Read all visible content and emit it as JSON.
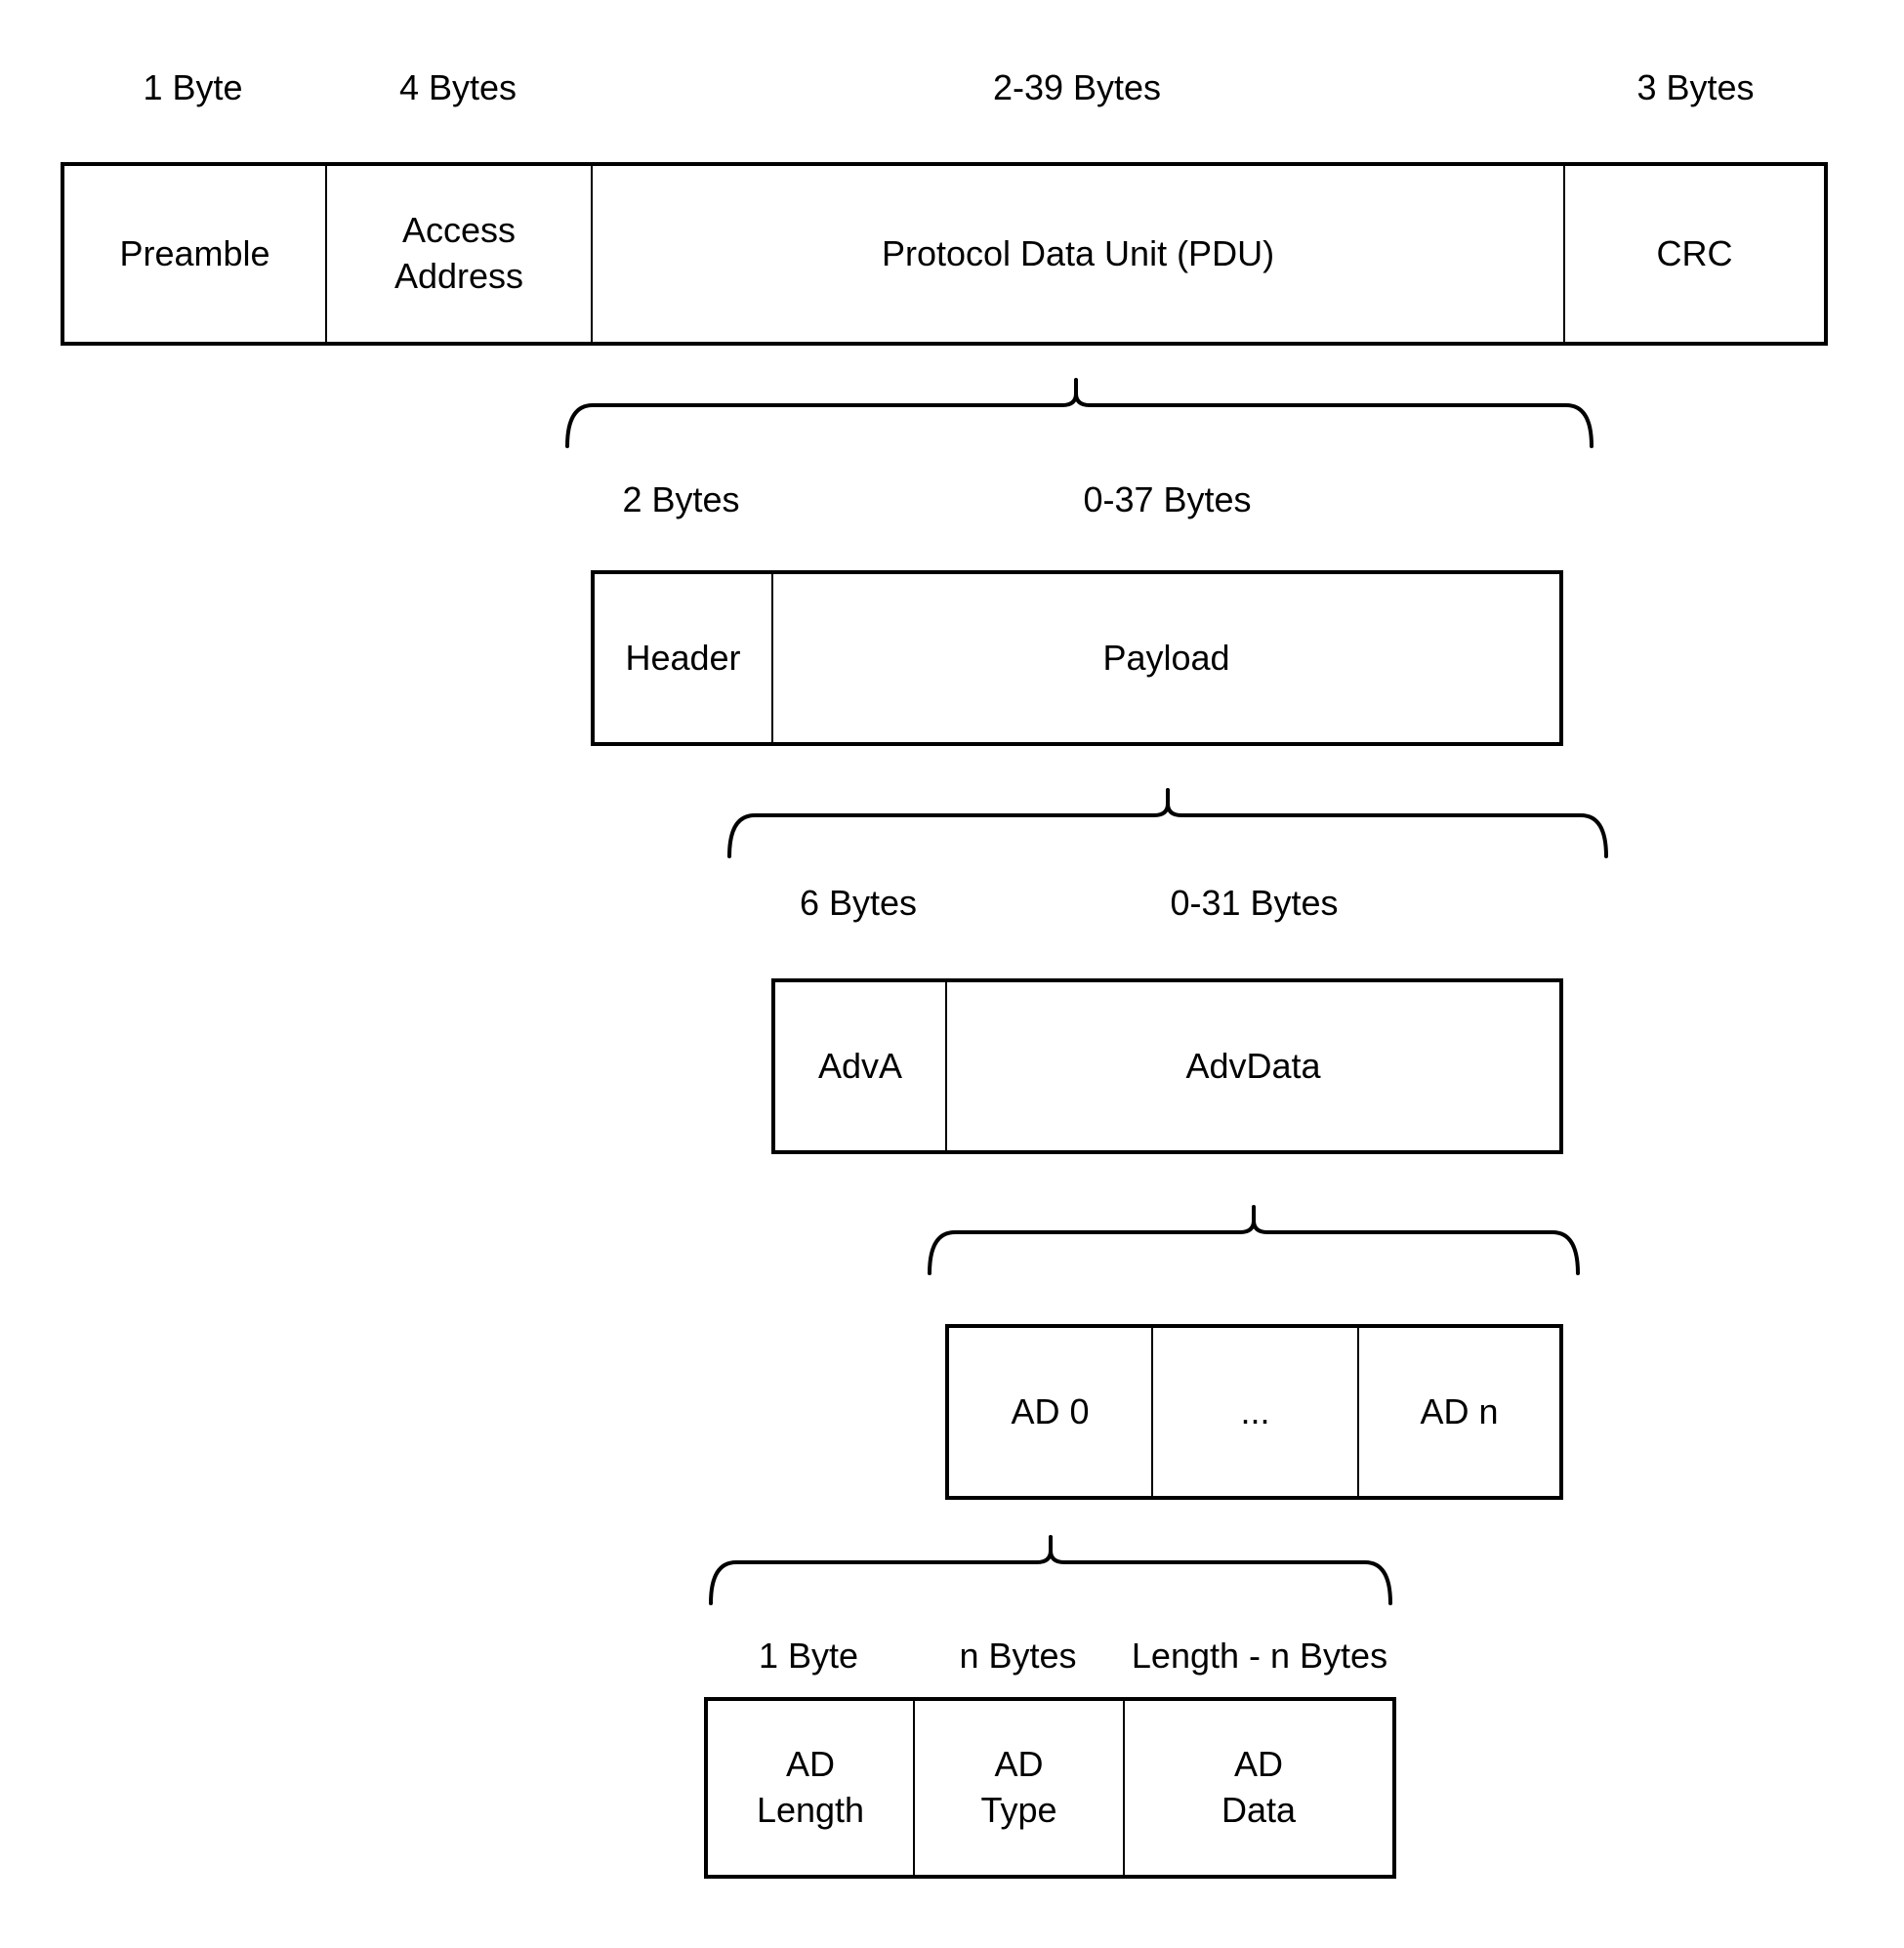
{
  "diagram": {
    "rows": {
      "packet": {
        "labels": [
          "1 Byte",
          "4 Bytes",
          "2-39 Bytes",
          "3 Bytes"
        ],
        "cells": [
          "Preamble",
          "Access\nAddress",
          "Protocol Data Unit (PDU)",
          "CRC"
        ]
      },
      "pdu": {
        "labels": [
          "2 Bytes",
          "0-37 Bytes"
        ],
        "cells": [
          "Header",
          "Payload"
        ]
      },
      "payload": {
        "labels": [
          "6 Bytes",
          "0-31 Bytes"
        ],
        "cells": [
          "AdvA",
          "AdvData"
        ]
      },
      "advdata": {
        "cells": [
          "AD 0",
          "...",
          "AD n"
        ]
      },
      "ad_structure": {
        "labels": [
          "1 Byte",
          "n Bytes",
          "Length - n Bytes"
        ],
        "cells": [
          "AD\nLength",
          "AD\nType",
          "AD\nData"
        ]
      }
    },
    "colors": {
      "line": "#000000",
      "text": "#000000",
      "background": "#ffffff"
    }
  }
}
